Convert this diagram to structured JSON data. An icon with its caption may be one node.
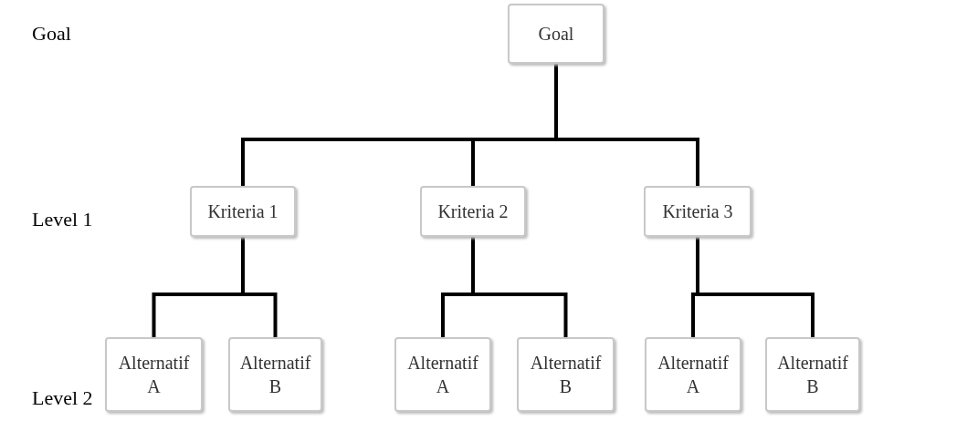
{
  "diagram": {
    "nodes": [
      {
        "text": [
          "Goal"
        ]
      },
      {
        "text": [
          "Kriteria 1"
        ]
      },
      {
        "text": [
          "Kriteria 2"
        ]
      },
      {
        "text": [
          "Kriteria 3"
        ]
      },
      {
        "text": [
          "Alternatif A"
        ]
      },
      {
        "text": [
          "Alternatif B"
        ]
      },
      {
        "text": [
          "Alternatif A"
        ]
      },
      {
        "text": [
          "Alternatif B"
        ]
      },
      {
        "text": [
          "Alternatif A"
        ]
      },
      {
        "text": [
          "Alternatif B"
        ]
      }
    ],
    "edges": [
      {
        "from": 0,
        "to": 1,
        "arrow": "none"
      },
      {
        "from": 0,
        "to": 2,
        "arrow": "none"
      },
      {
        "from": 0,
        "to": 3,
        "arrow": "none"
      },
      {
        "from": 1,
        "to": 4,
        "arrow": "none"
      },
      {
        "from": 1,
        "to": 5,
        "arrow": "none"
      },
      {
        "from": 2,
        "to": 6,
        "arrow": "none"
      },
      {
        "from": 2,
        "to": 7,
        "arrow": "none"
      },
      {
        "from": 3,
        "to": 8,
        "arrow": "none"
      },
      {
        "from": 3,
        "to": 9,
        "arrow": "none"
      }
    ],
    "labels": [
      "Goal",
      "Level 1",
      "Level 2"
    ]
  }
}
